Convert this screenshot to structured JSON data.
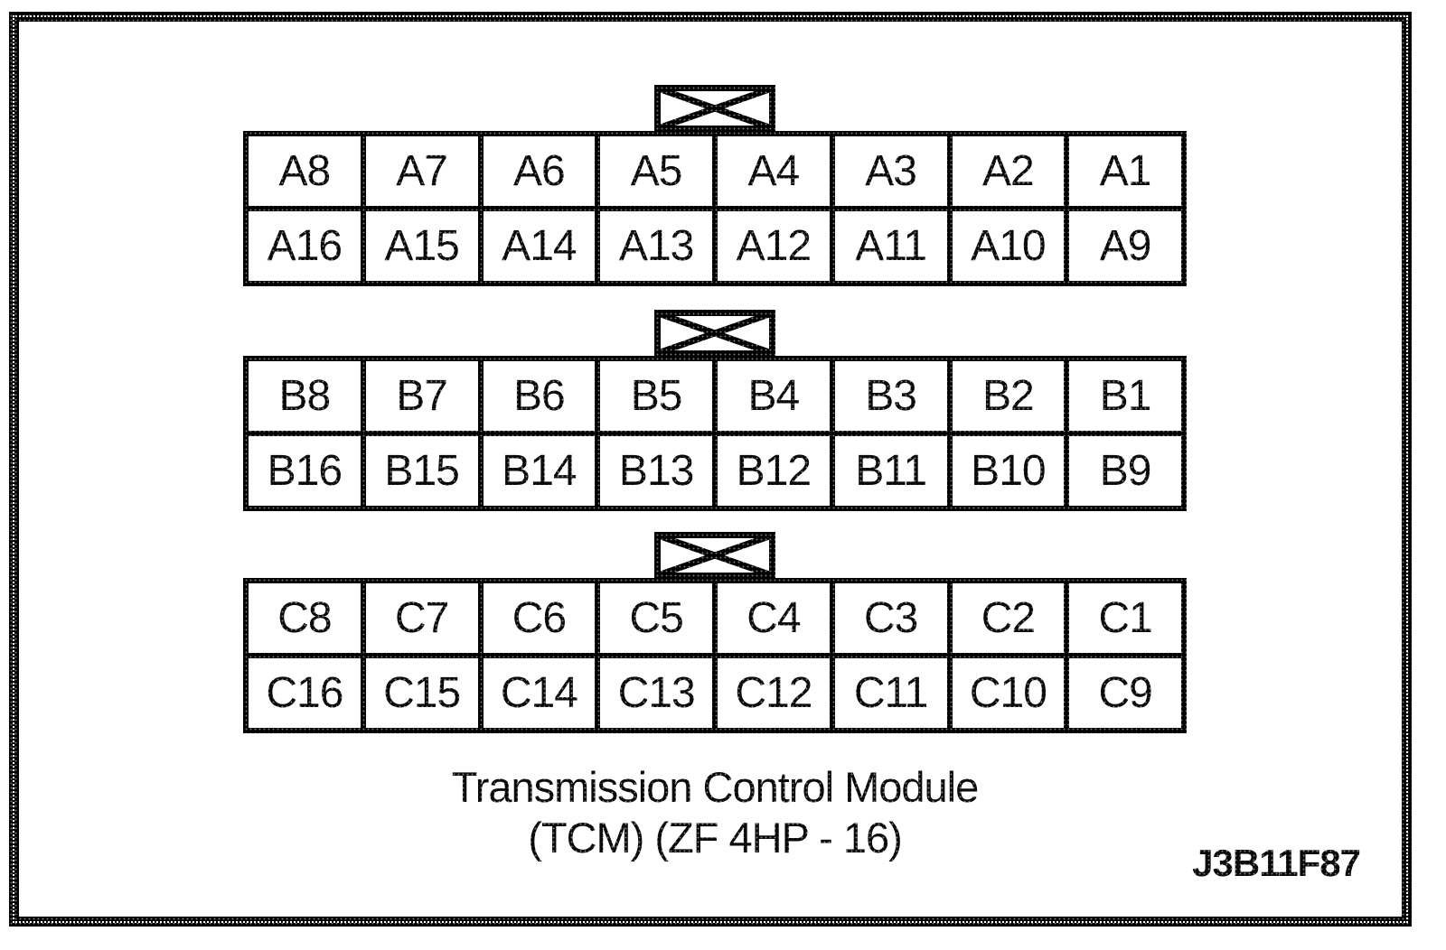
{
  "figure": {
    "caption_line1": "Transmission Control Module",
    "caption_line2": "(TCM) (ZF 4HP - 16)",
    "figure_code": "J3B11F87"
  },
  "colors": {
    "line": "#000000",
    "background": "#ffffff",
    "text": "#0a0a0a"
  },
  "connectors": [
    {
      "id": "A",
      "keying_symbol": "crossed-box",
      "top_row": [
        "A8",
        "A7",
        "A6",
        "A5",
        "A4",
        "A3",
        "A2",
        "A1"
      ],
      "bottom_row": [
        "A16",
        "A15",
        "A14",
        "A13",
        "A12",
        "A11",
        "A10",
        "A9"
      ]
    },
    {
      "id": "B",
      "keying_symbol": "crossed-box",
      "top_row": [
        "B8",
        "B7",
        "B6",
        "B5",
        "B4",
        "B3",
        "B2",
        "B1"
      ],
      "bottom_row": [
        "B16",
        "B15",
        "B14",
        "B13",
        "B12",
        "B11",
        "B10",
        "B9"
      ]
    },
    {
      "id": "C",
      "keying_symbol": "crossed-box",
      "top_row": [
        "C8",
        "C7",
        "C6",
        "C5",
        "C4",
        "C3",
        "C2",
        "C1"
      ],
      "bottom_row": [
        "C16",
        "C15",
        "C14",
        "C13",
        "C12",
        "C11",
        "C10",
        "C9"
      ]
    }
  ]
}
